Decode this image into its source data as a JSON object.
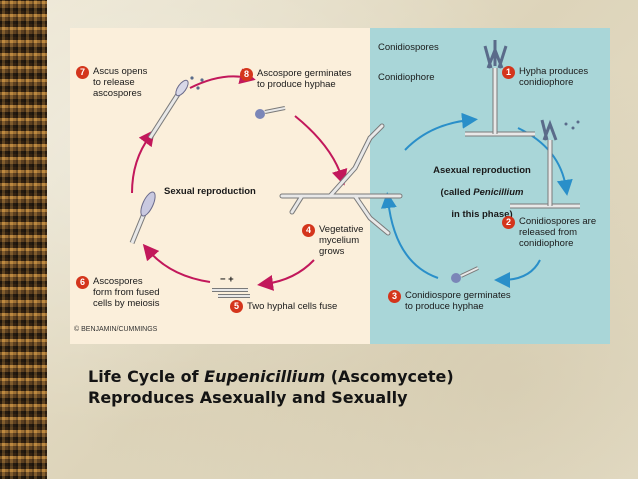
{
  "colors": {
    "sexual_panel": "#fbefdb",
    "asexual_panel": "#a9d6d8",
    "sexual_arrow": "#c2185b",
    "asexual_arrow": "#2a8fc9",
    "step_number": "#d4351c"
  },
  "diagram": {
    "center_left": "Sexual reproduction",
    "center_right_line1": "Asexual reproduction",
    "center_right_line2_pre": "(called ",
    "center_right_line2_em": "Penicillium",
    "center_right_line3": "in this phase)",
    "structure_labels": {
      "conidiospores": "Conidiospores",
      "conidiophore": "Conidiophore"
    },
    "charges": "− +",
    "steps": [
      {
        "num": "1",
        "text": "Hypha produces\nconidiophore"
      },
      {
        "num": "2",
        "text": "Conidiospores are\nreleased from\nconidiophore"
      },
      {
        "num": "3",
        "text": "Conidiospore germinates\nto produce hyphae"
      },
      {
        "num": "4",
        "text": "Vegetative\nmycelium\ngrows"
      },
      {
        "num": "5",
        "text": "Two hyphal cells fuse"
      },
      {
        "num": "6",
        "text": "Ascospores\nform from fused\ncells by meiosis"
      },
      {
        "num": "7",
        "text": "Ascus opens\nto release\nascospores"
      },
      {
        "num": "8",
        "text": "Ascospore germinates\nto produce hyphae"
      }
    ],
    "credit": "© BENJAMIN/CUMMINGS"
  },
  "caption": {
    "line1_pre": "Life Cycle of ",
    "line1_em": "Eupenicillium",
    "line1_post": " (Ascomycete)",
    "line2": "Reproduces Asexually and Sexually"
  }
}
